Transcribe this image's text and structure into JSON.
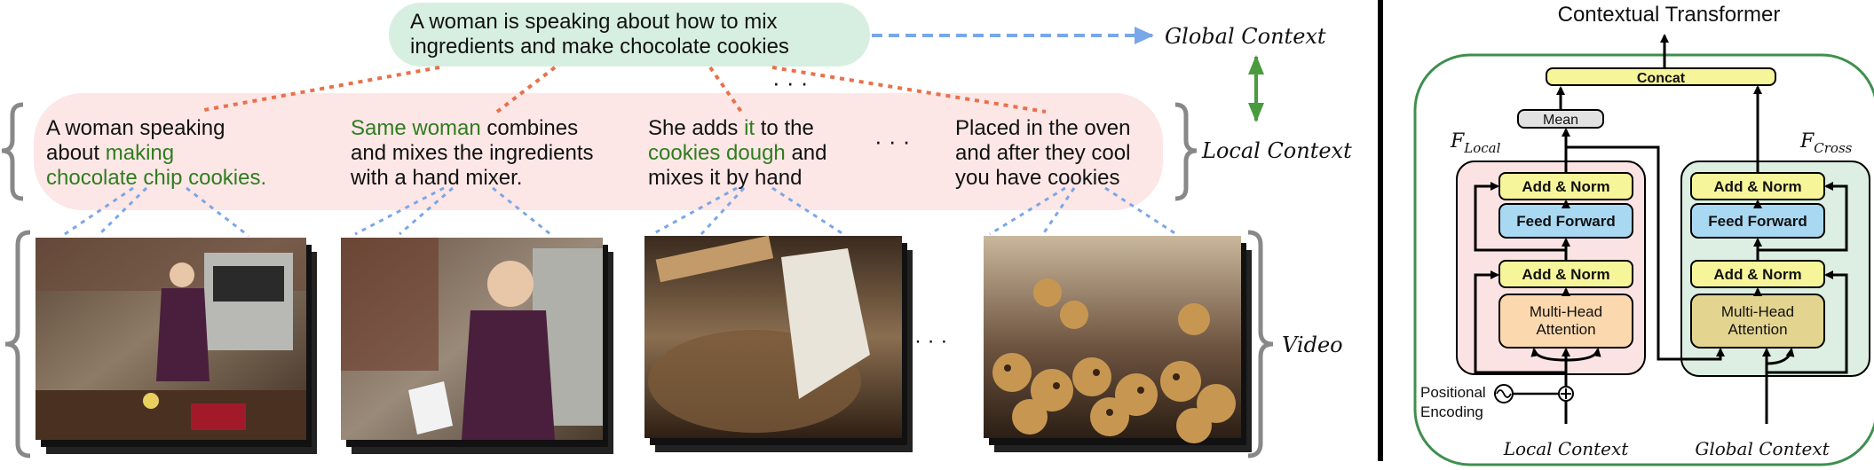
{
  "global_caption": {
    "line1": "A woman is speaking about how to mix",
    "line2": "ingredients and make chocolate cookies"
  },
  "labels": {
    "global_context": "Global Context",
    "local_context": "Local Context",
    "video": "Video",
    "ellipsis": "· · ·"
  },
  "local_captions": [
    {
      "segments": [
        [
          {
            "t": "A woman speaking",
            "g": false
          }
        ],
        [
          {
            "t": "about ",
            "g": false
          },
          {
            "t": "making",
            "g": true
          }
        ],
        [
          {
            "t": "chocolate chip cookies.",
            "g": true
          }
        ]
      ]
    },
    {
      "segments": [
        [
          {
            "t": "Same woman",
            "g": true
          },
          {
            "t": " combines",
            "g": false
          }
        ],
        [
          {
            "t": "and mixes the ingredients",
            "g": false
          }
        ],
        [
          {
            "t": "with a hand mixer.",
            "g": false
          }
        ]
      ]
    },
    {
      "segments": [
        [
          {
            "t": "She adds ",
            "g": false
          },
          {
            "t": "it",
            "g": true
          },
          {
            "t": " to the",
            "g": false
          }
        ],
        [
          {
            "t": "cookies dough",
            "g": true
          },
          {
            "t": " and",
            "g": false
          }
        ],
        [
          {
            "t": "mixes it by hand",
            "g": false
          }
        ]
      ]
    },
    {
      "segments": [
        [
          {
            "t": "Placed in the oven",
            "g": false
          }
        ],
        [
          {
            "t": "and after they cool",
            "g": false
          }
        ],
        [
          {
            "t": "you have cookies",
            "g": false
          }
        ]
      ]
    }
  ],
  "transformer": {
    "title": "Contextual Transformer",
    "concat": "Concat",
    "mean": "Mean",
    "f_local": {
      "base": "F",
      "sub": "Local"
    },
    "f_cross": {
      "base": "F",
      "sub": "Cross"
    },
    "add_norm": "Add & Norm",
    "feed_forward": "Feed Forward",
    "mha_line1": "Multi-Head",
    "mha_line2": "Attention",
    "positional_line1": "Positional",
    "positional_line2": "Encoding",
    "input_local": "Local Context",
    "input_global": "Global Context"
  },
  "colors": {
    "global_box": "#d7efe0",
    "local_band": "#fde6e6",
    "orange_dots": "#e8714a",
    "blue_dots": "#7aa7e8",
    "green_arrow": "#4a9a3e",
    "outer_border": "#3f8f4f",
    "local_block": "#fbe3e3",
    "cross_block": "#dcefe2",
    "yellow": "#f6f59a",
    "blue_box": "#a9d8f2",
    "orange_box": "#fbd8ad",
    "khaki_box": "#e3d590",
    "gray_box": "#e2e2e2",
    "text_green": "#2f7d1f"
  }
}
